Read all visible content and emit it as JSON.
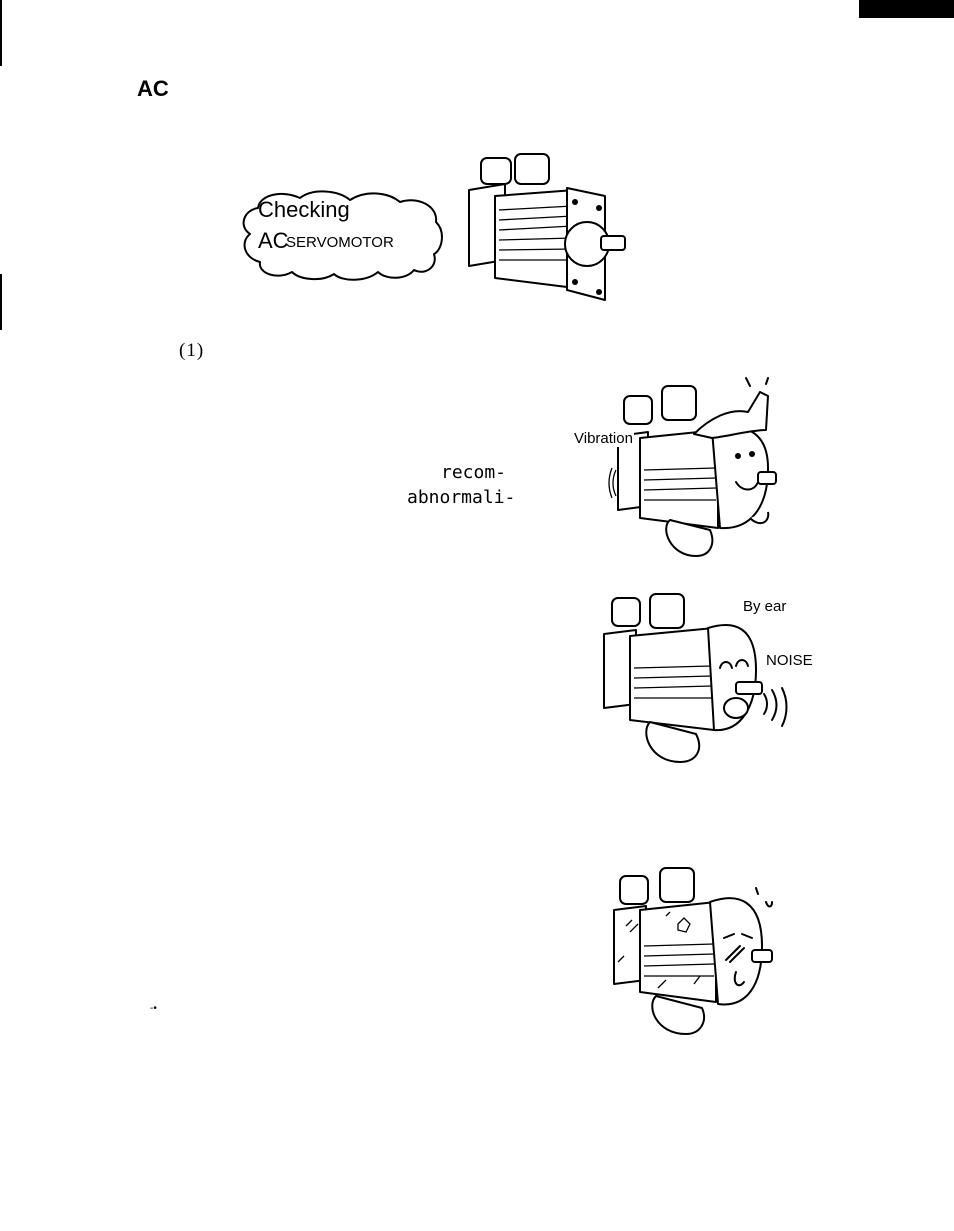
{
  "heading": "AC",
  "cloud": {
    "line1": "Checking",
    "line2_prefix": "AC",
    "line2_main": "SERVOMOTOR"
  },
  "section_number": "(1)",
  "text_fragments": {
    "frag1": "recom-",
    "frag2": "abnormali-"
  },
  "illustrations": {
    "vibration_label": "Vibration",
    "by_ear_label": "By ear",
    "noise_label": "NOISE"
  },
  "stray_mark": "-•"
}
